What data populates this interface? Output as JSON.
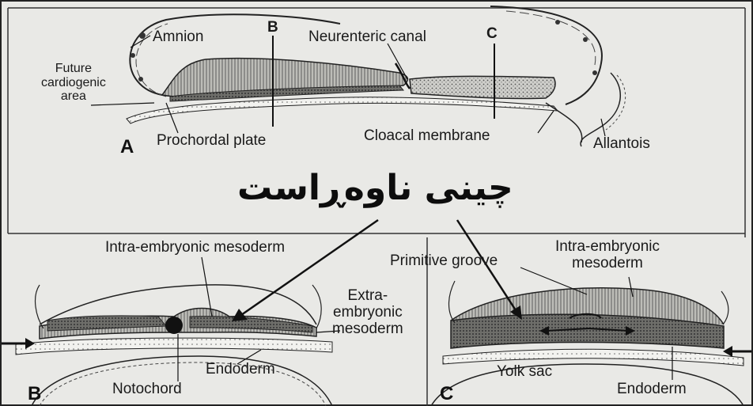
{
  "panel_a": {
    "letter": "A",
    "labels": {
      "amnion": "Amnion",
      "b_marker": "B",
      "neurenteric_canal": "Neurenteric canal",
      "c_marker": "C",
      "future_cardiogenic": "Future\ncardiogenic\narea",
      "prochordal_plate": "Prochordal plate",
      "cloacal_membrane": "Cloacal membrane",
      "allantois": "Allantois"
    }
  },
  "kurdish_title": "چینی ناوەڕاست",
  "panel_b": {
    "letter": "B",
    "labels": {
      "intra_embryonic_mesoderm": "Intra-embryonic mesoderm",
      "extra_embryonic_mesoderm": "Extra-\nembryonic\nmesoderm",
      "endoderm": "Endoderm",
      "notochord": "Notochord"
    }
  },
  "panel_c": {
    "letter": "C",
    "labels": {
      "primitive_groove": "Primitive groove",
      "intra_embryonic_mesoderm": "Intra-embryonic\nmesoderm",
      "yolk_sac": "Yolk sac",
      "endoderm": "Endoderm"
    }
  }
}
